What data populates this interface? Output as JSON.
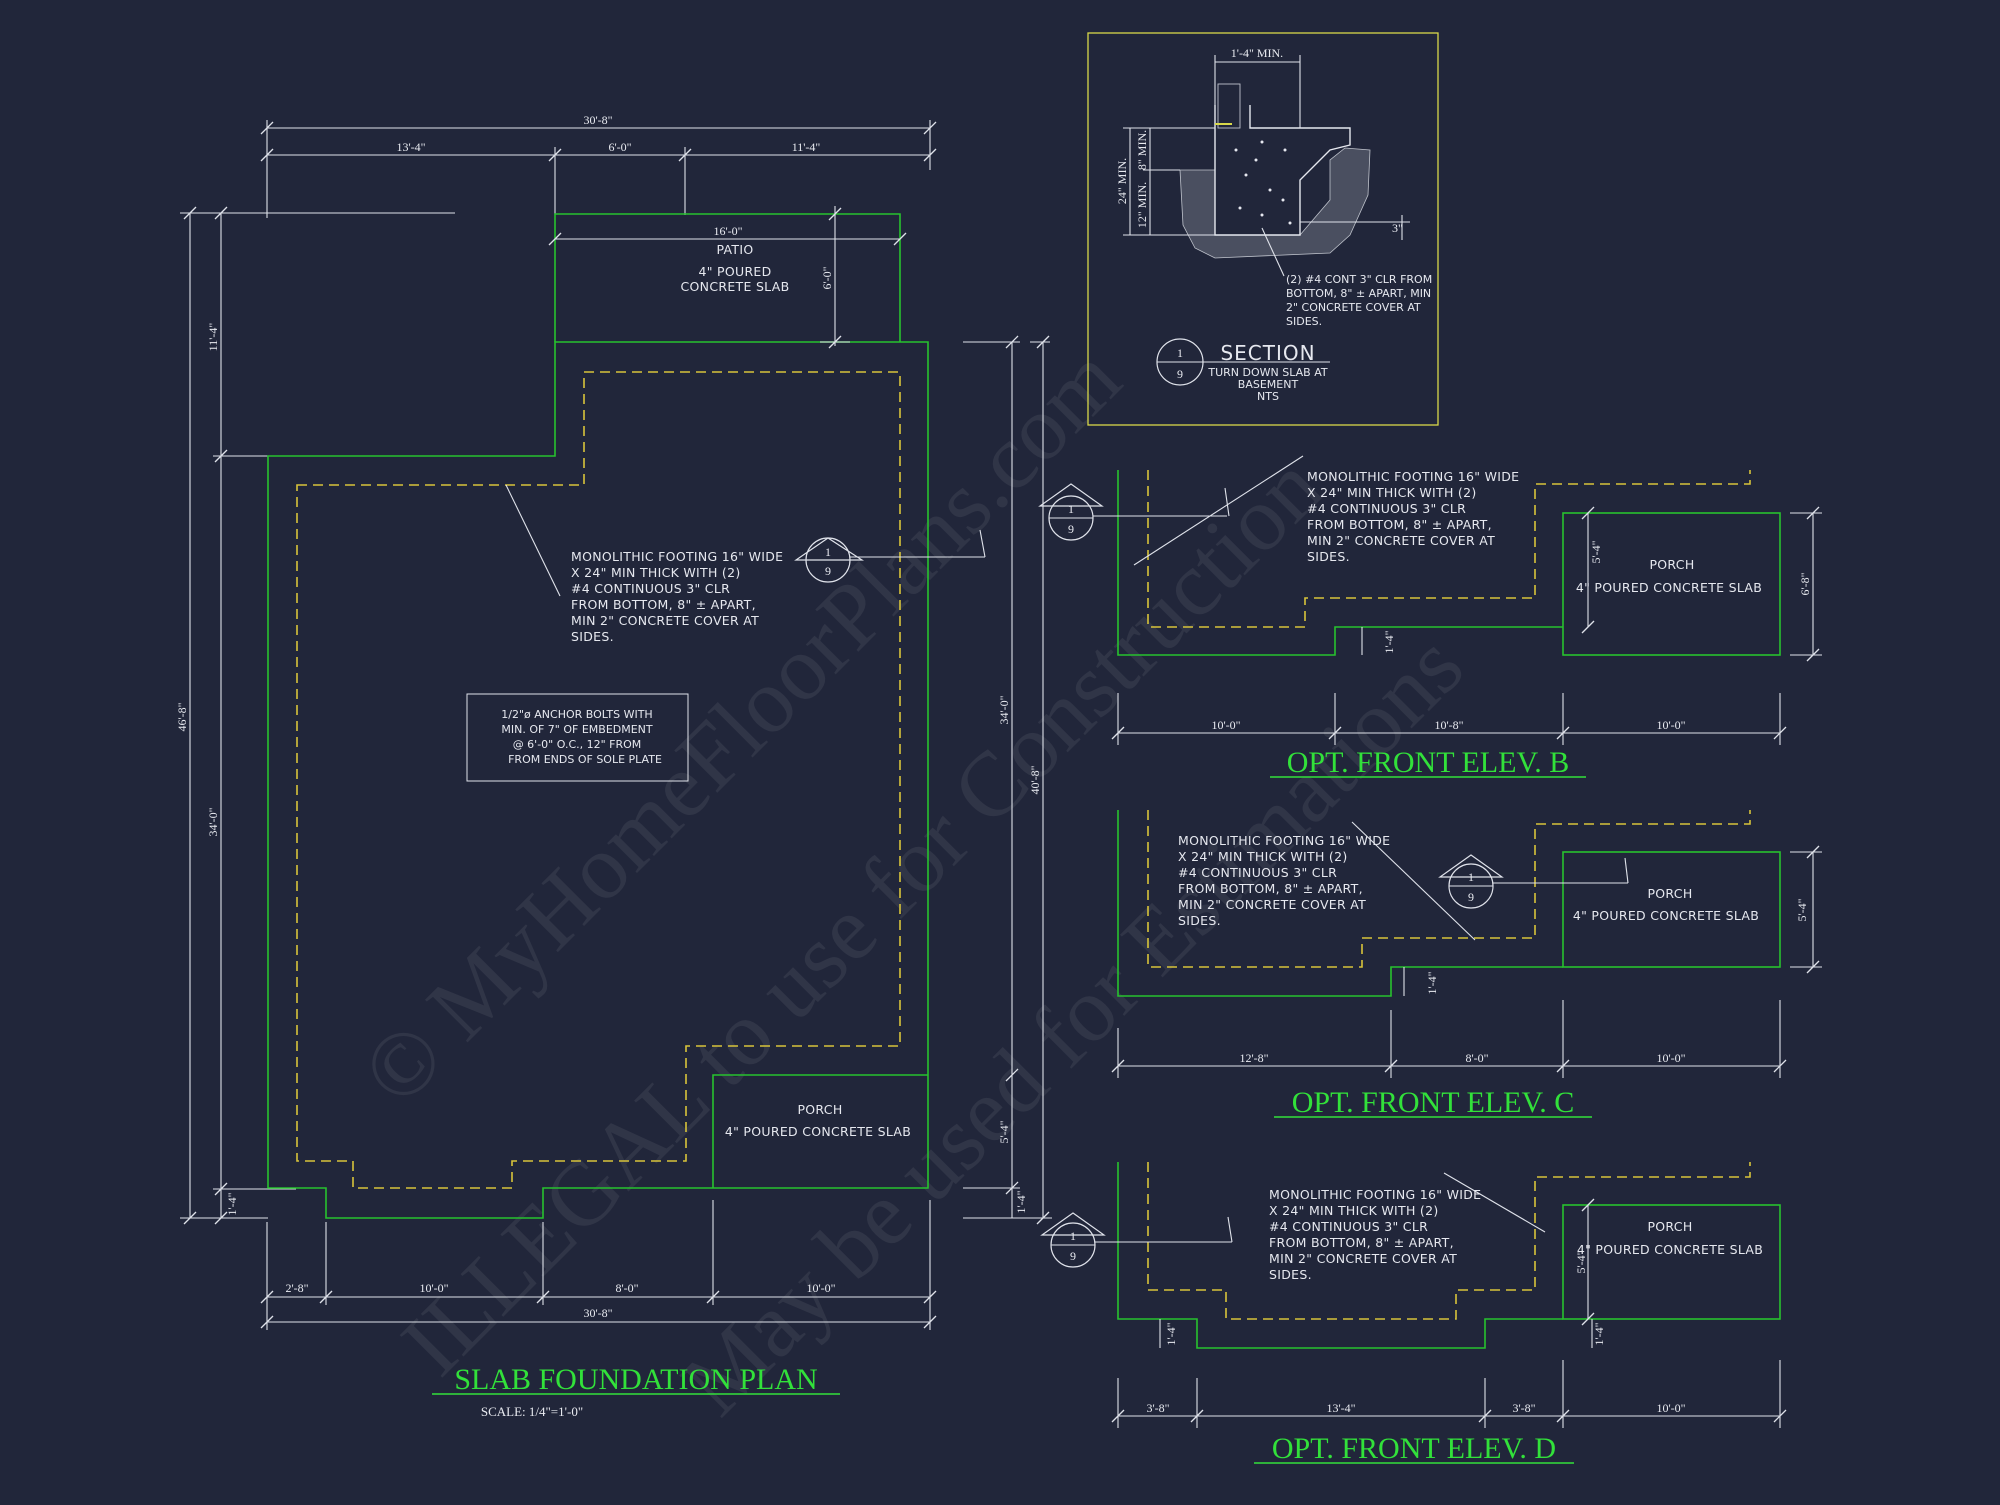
{
  "colors": {
    "background": "#21263a",
    "wall": "#27c22e",
    "footing": "#d8c43a",
    "dimension": "#dfe2ea",
    "title": "#32e13a",
    "detail_border": "#d8d84a"
  },
  "watermark": {
    "line1": "© MyHomeFloorPlans.com",
    "line2": "ILLEGAL to use for Construction",
    "line3": "May be used for Estimations"
  },
  "main_plan": {
    "title": "SLAB FOUNDATION PLAN",
    "scale": "SCALE: 1/4\"=1'-0\"",
    "dims_top": {
      "overall": "30'-8\"",
      "left": "13'-4\"",
      "middle": "6'-0\"",
      "right": "11'-4\""
    },
    "dims_left": {
      "overall": "46'-8\"",
      "upper": "11'-4\"",
      "lower": "34'-0\"",
      "step": "1'-4\""
    },
    "dims_bottom": {
      "overall": "30'-8\"",
      "a": "2'-8\"",
      "b": "10'-0\"",
      "c": "8'-0\"",
      "d": "10'-0\""
    },
    "dims_right": {
      "overall": "40'-8\"",
      "upper": "34'-0\"",
      "porch": "5'-4\"",
      "step": "1'-4\""
    },
    "patio": {
      "width": "16'-0\"",
      "depth": "6'-0\"",
      "label": "PATIO",
      "line1": "4\" POURED",
      "line2": "CONCRETE SLAB"
    },
    "porch": {
      "label": "PORCH",
      "line1": "4\" POURED CONCRETE SLAB"
    },
    "footing_note": [
      "MONOLITHIC FOOTING 16\" WIDE",
      "X 24\" MIN THICK WITH (2)",
      "#4 CONTINUOUS 3\" CLR",
      "FROM BOTTOM, 8\" ± APART,",
      "MIN 2\" CONCRETE COVER AT",
      "SIDES."
    ],
    "anchor_note": [
      "1/2\"ø ANCHOR BOLTS WITH",
      "MIN. OF 7\" OF EMBEDMENT",
      "@ 6'-0\" O.C., 12\" FROM",
      "FROM ENDS OF SOLE PLATE"
    ],
    "section_tag": {
      "top": "1",
      "bottom": "9"
    }
  },
  "section_detail": {
    "title": "SECTION",
    "sub": [
      "TURN DOWN SLAB AT",
      "BASEMENT",
      "NTS"
    ],
    "tag": {
      "top": "1",
      "bottom": "9"
    },
    "dims": {
      "width": "1'-4\" MIN.",
      "depth_total": "24\" MIN.",
      "depth_turn": "12\" MIN.",
      "slab": "8\" MIN.",
      "bottom": "3\""
    },
    "rebar_note": [
      "(2) #4 CONT 3\" CLR FROM",
      "BOTTOM, 8\" ± APART, MIN",
      "2\" CONCRETE COVER AT",
      "SIDES."
    ]
  },
  "elev_b": {
    "title": "OPT. FRONT ELEV. B",
    "note": [
      "MONOLITHIC FOOTING 16\" WIDE",
      "X 24\" MIN THICK WITH (2)",
      "#4 CONTINUOUS 3\" CLR",
      "FROM BOTTOM, 8\" ± APART,",
      "MIN 2\" CONCRETE COVER AT",
      "SIDES."
    ],
    "porch": {
      "label": "PORCH",
      "line1": "4\" POURED CONCRETE SLAB"
    },
    "dims": {
      "a": "10'-0\"",
      "b": "10'-8\"",
      "c": "10'-0\"",
      "porch_depth": "5'-4\"",
      "overall_depth": "6'-8\"",
      "step": "1'-4\""
    },
    "tag": {
      "top": "1",
      "bottom": "9"
    }
  },
  "elev_c": {
    "title": "OPT. FRONT ELEV. C",
    "note": [
      "MONOLITHIC FOOTING 16\" WIDE",
      "X 24\" MIN THICK WITH (2)",
      "#4 CONTINUOUS 3\" CLR",
      "FROM BOTTOM, 8\" ± APART,",
      "MIN 2\" CONCRETE COVER AT",
      "SIDES."
    ],
    "porch": {
      "label": "PORCH",
      "line1": "4\" POURED CONCRETE SLAB"
    },
    "dims": {
      "a": "12'-8\"",
      "b": "8'-0\"",
      "c": "10'-0\"",
      "porch_depth": "5'-4\"",
      "step": "1'-4\""
    },
    "tag": {
      "top": "1",
      "bottom": "9"
    }
  },
  "elev_d": {
    "title": "OPT. FRONT ELEV. D",
    "note": [
      "MONOLITHIC FOOTING 16\" WIDE",
      "X 24\" MIN THICK WITH (2)",
      "#4 CONTINUOUS 3\" CLR",
      "FROM BOTTOM, 8\" ± APART,",
      "MIN 2\" CONCRETE COVER AT",
      "SIDES."
    ],
    "porch": {
      "label": "PORCH",
      "line1": "4\" POURED CONCRETE SLAB"
    },
    "dims": {
      "a": "3'-8\"",
      "b": "13'-4\"",
      "c": "3'-8\"",
      "d": "10'-0\"",
      "porch_depth": "5'-4\"",
      "step_left": "1'-4\"",
      "step_right": "1'-4\""
    },
    "tag": {
      "top": "1",
      "bottom": "9"
    }
  }
}
